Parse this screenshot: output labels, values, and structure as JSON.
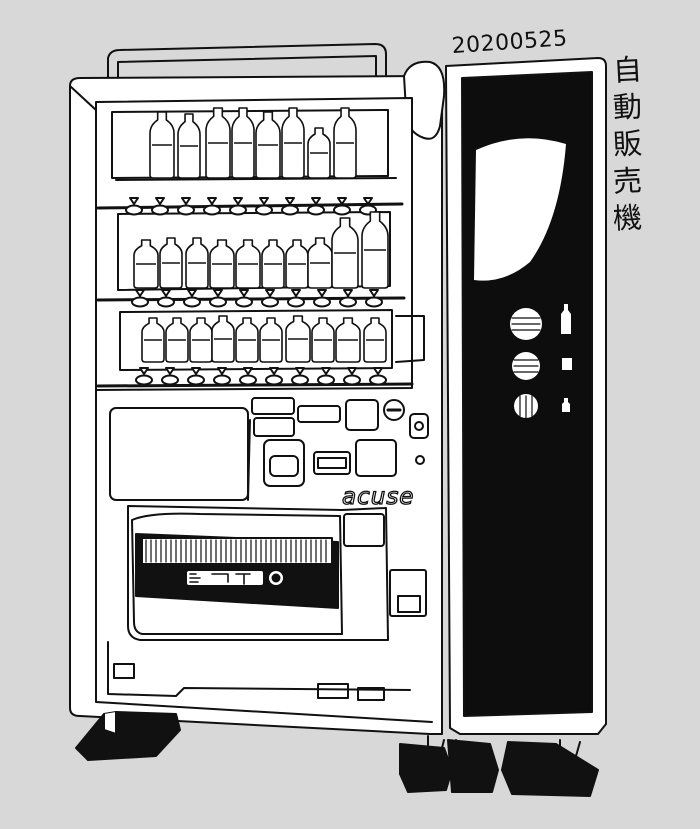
{
  "sketch_date": "20200525",
  "title_chars": [
    "自",
    "動",
    "販",
    "売",
    "機"
  ],
  "brand_text": "acuse",
  "colors": {
    "background": "#d8d8d8",
    "ink": "#111111",
    "panel_black": "#0d0d0d",
    "fill_white": "#ffffff"
  },
  "icons": [
    "vending-machine-illustration",
    "bottle-icon",
    "coin-slot-icon"
  ]
}
